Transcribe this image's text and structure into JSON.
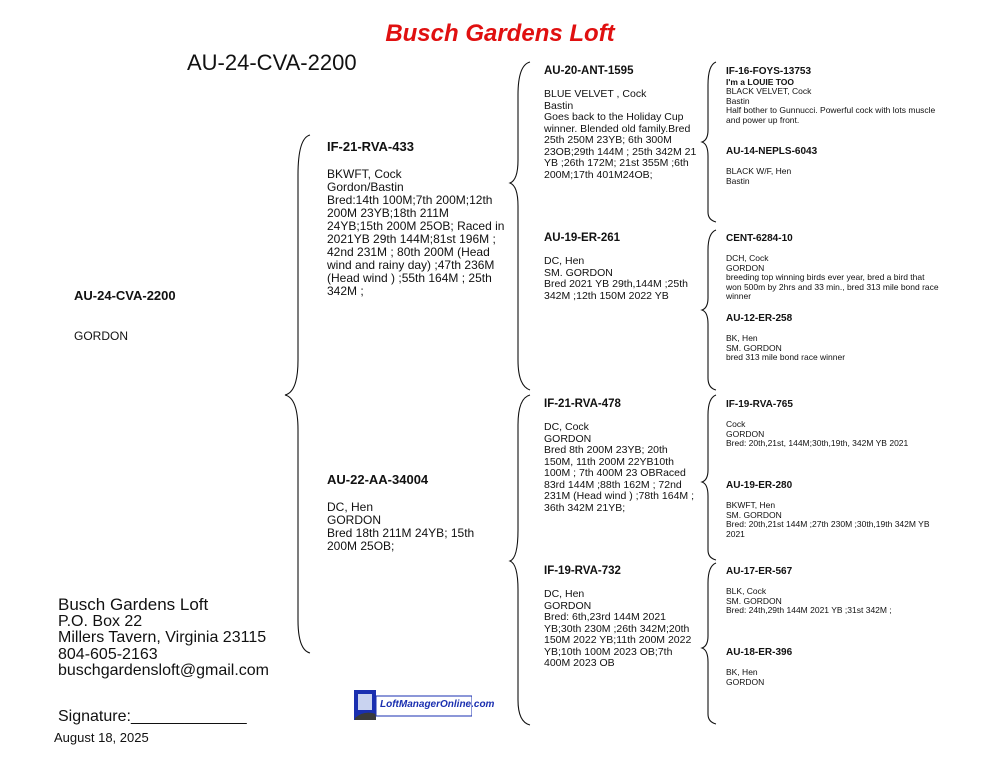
{
  "header": {
    "title": "Busch Gardens Loft",
    "band_id": "AU-24-CVA-2200"
  },
  "subject": {
    "id": "AU-24-CVA-2200",
    "body": "GORDON"
  },
  "sire": {
    "id": "IF-21-RVA-433",
    "body": "BKWFT, Cock\nGordon/Bastin\nBred:14th 100M;7th 200M;12th\n200M 23YB;18th 211M\n24YB;15th 200M 25OB; Raced in\n2021YB 29th 144M;81st 196M ;\n42nd 231M ; 80th 200M (Head\nwind and rainy day) ;47th 236M\n(Head wind ) ;55th 164M ; 25th\n342M ;"
  },
  "dam": {
    "id": "AU-22-AA-34004",
    "body": "DC, Hen\nGORDON\nBred 18th 211M 24YB; 15th\n200M 25OB;"
  },
  "sire_sire": {
    "id": "AU-20-ANT-1595",
    "body": "BLUE VELVET , Cock\nBastin\nGoes back to the Holiday Cup\nwinner. Blended old family.Bred\n25th 250M 23YB; 6th 300M\n23OB;29th 144M ; 25th 342M 21\nYB ;26th 172M; 21st 355M ;6th\n200M;17th 401M24OB;"
  },
  "sire_dam": {
    "id": "AU-19-ER-261",
    "body": "DC, Hen\nSM. GORDON\nBred 2021 YB 29th,144M ;25th\n342M ;12th 150M 2022 YB"
  },
  "dam_sire": {
    "id": "IF-21-RVA-478",
    "body": "DC, Cock\nGORDON\nBred 8th 200M 23YB; 20th\n150M, 11th 200M 22YB10th\n100M ; 7th 400M 23 OBRaced\n83rd 144M ;88th 162M ; 72nd\n231M (Head wind ) ;78th 164M ;\n36th 342M 21YB;"
  },
  "dam_dam": {
    "id": "IF-19-RVA-732",
    "body": "DC, Hen\nGORDON\nBred: 6th,23rd 144M 2021\nYB;30th 230M ;26th 342M;20th\n150M 2022 YB;11th 200M 2022\nYB;10th 100M 2023 OB;7th\n400M 2023 OB"
  },
  "ggp": [
    {
      "id": "IF-16-FOYS-13753",
      "nickname": "I'm a LOUIE TOO",
      "body": "BLACK VELVET, Cock\nBastin\nHalf bother to Gunnucci. Powerful cock with lots muscle\nand power up front."
    },
    {
      "id": "AU-14-NEPLS-6043",
      "nickname": "",
      "body": "BLACK W/F, Hen\nBastin"
    },
    {
      "id": "CENT-6284-10",
      "nickname": "",
      "body": "DCH, Cock\nGORDON\nbreeding top winning birds ever year, bred a bird that\nwon 500m by 2hrs and 33 min., bred 313 mile bond race\nwinner"
    },
    {
      "id": "AU-12-ER-258",
      "nickname": "",
      "body": "BK, Hen\nSM. GORDON\nbred 313 mile bond race winner"
    },
    {
      "id": "IF-19-RVA-765",
      "nickname": "",
      "body": "Cock\nGORDON\nBred: 20th,21st, 144M;30th,19th, 342M YB 2021"
    },
    {
      "id": "AU-19-ER-280",
      "nickname": "",
      "body": "BKWFT, Hen\nSM. GORDON\nBred: 20th,21st 144M ;27th 230M ;30th,19th 342M YB\n2021"
    },
    {
      "id": "AU-17-ER-567",
      "nickname": "",
      "body": "BLK, Cock\nSM. GORDON\nBred: 24th,29th 144M 2021 YB ;31st 342M ;"
    },
    {
      "id": "AU-18-ER-396",
      "nickname": "",
      "body": "BK, Hen\nGORDON"
    }
  ],
  "contact": {
    "name": "Busch Gardens Loft",
    "address1": "P.O. Box 22",
    "address2": "Millers Tavern, Virginia 23115",
    "phone": "804-605-2163",
    "email": "buschgardensloft@gmail.com"
  },
  "signature_label": "Signature:_____________",
  "date": "August 18, 2025",
  "logo_text": "LoftManagerOnline.com",
  "colors": {
    "title": "#e01010",
    "logo_blue": "#1a2fb0"
  }
}
